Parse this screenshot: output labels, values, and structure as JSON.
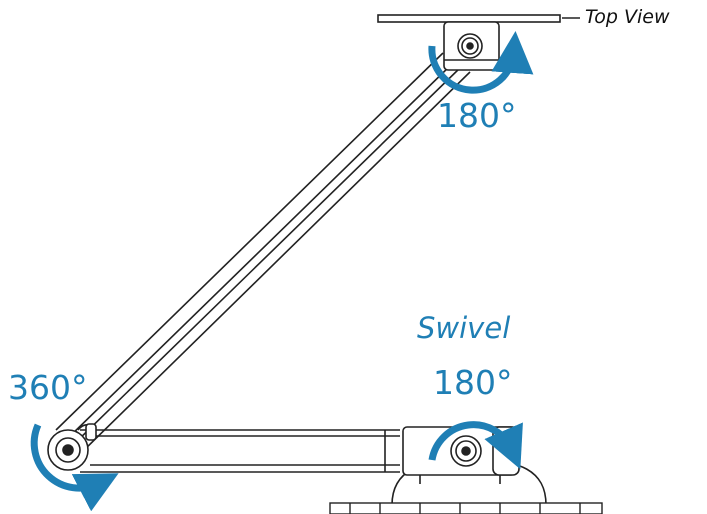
{
  "labels": {
    "top_view": "Top View",
    "top_rotation": "180°",
    "swivel": "Swivel",
    "base_rotation": "180°",
    "elbow_rotation": "360°"
  },
  "colors": {
    "accent": "#1f7fb5",
    "line": "#222222"
  },
  "icons": [
    "rotation-arrow-icon",
    "screw-icon"
  ]
}
